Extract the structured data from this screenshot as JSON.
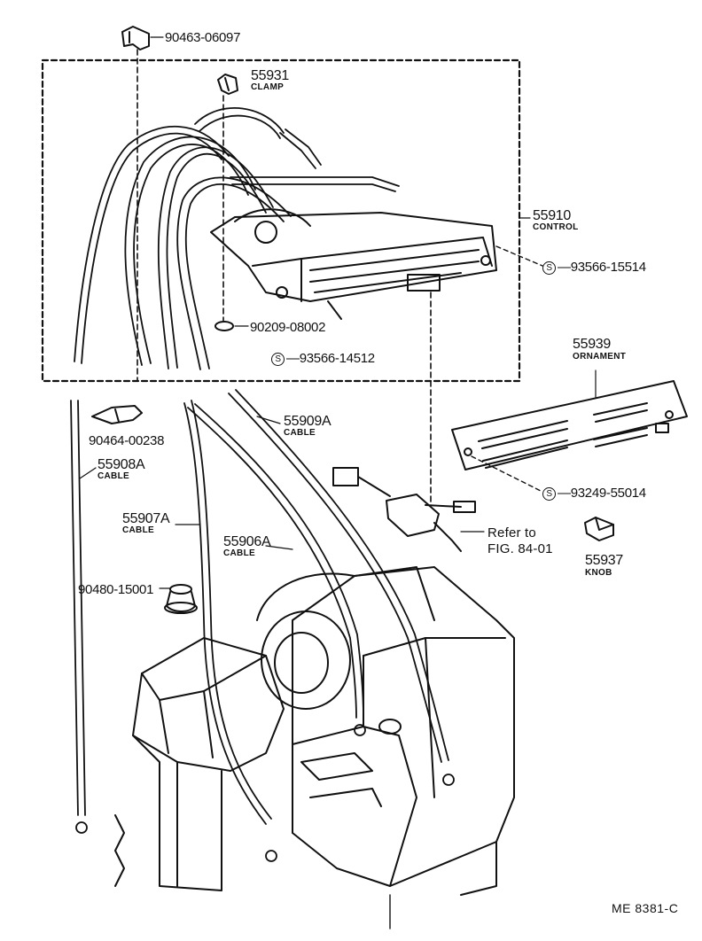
{
  "parts": {
    "p90463": "90463-06097",
    "p55931": "55931",
    "clamp": "CLAMP",
    "p55910": "55910",
    "control": "CONTROL",
    "p93566a": "93566-15514",
    "p90209": "90209-08002",
    "p93566b": "93566-14512",
    "p55939": "55939",
    "ornament": "ORNAMENT",
    "p90464": "90464-00238",
    "p55909a": "55909A",
    "p55908a": "55908A",
    "p55907a": "55907A",
    "p55906a": "55906A",
    "cable": "CABLE",
    "refer1": "Refer to",
    "refer2": "FIG. 84-01",
    "p93249": "93249-55014",
    "p55937": "55937",
    "knob": "KNOB",
    "p90480": "90480-15001"
  },
  "symbols": {
    "s": "S"
  },
  "footer": {
    "code": "ME  8381-C"
  }
}
